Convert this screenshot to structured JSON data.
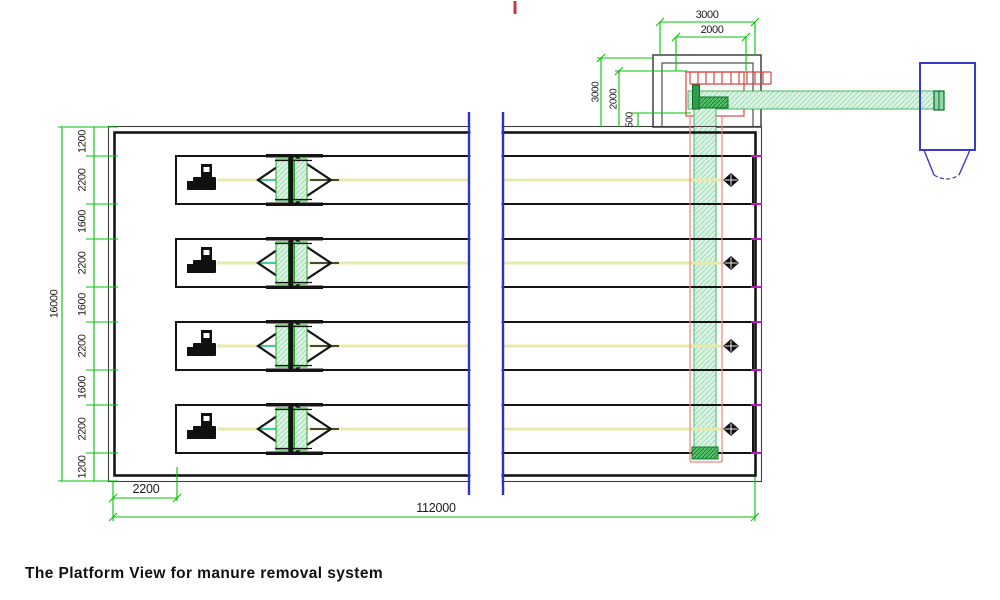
{
  "title": "The Platform View for manure removal system",
  "dims": {
    "left_chain": [
      "1200",
      "2200",
      "1600",
      "2200",
      "1600",
      "2200",
      "1600",
      "2200",
      "1200"
    ],
    "left_total": "16000",
    "bottom_offset": "2200",
    "bottom_total": "112000",
    "box_width_outer": "3000",
    "box_width_inner": "2000",
    "box_height_outer": "3000",
    "box_height_inner": "2000",
    "box_height_small": "500"
  },
  "colors": {
    "dimension_green": "#00c400",
    "break_blue": "#2a35c8",
    "hopper_blue": "#3a3ac8",
    "channel_red": "#ee8484",
    "ladder_red": "#d64545",
    "centerline_yellow": "#e9e9ac",
    "tick_magenta": "#c316c3",
    "marker_red": "#c43b3b"
  },
  "icons": {
    "drive_unit": "scraper-drive-unit",
    "scraper": "diamond-scraper",
    "marker": "gem-marker"
  }
}
